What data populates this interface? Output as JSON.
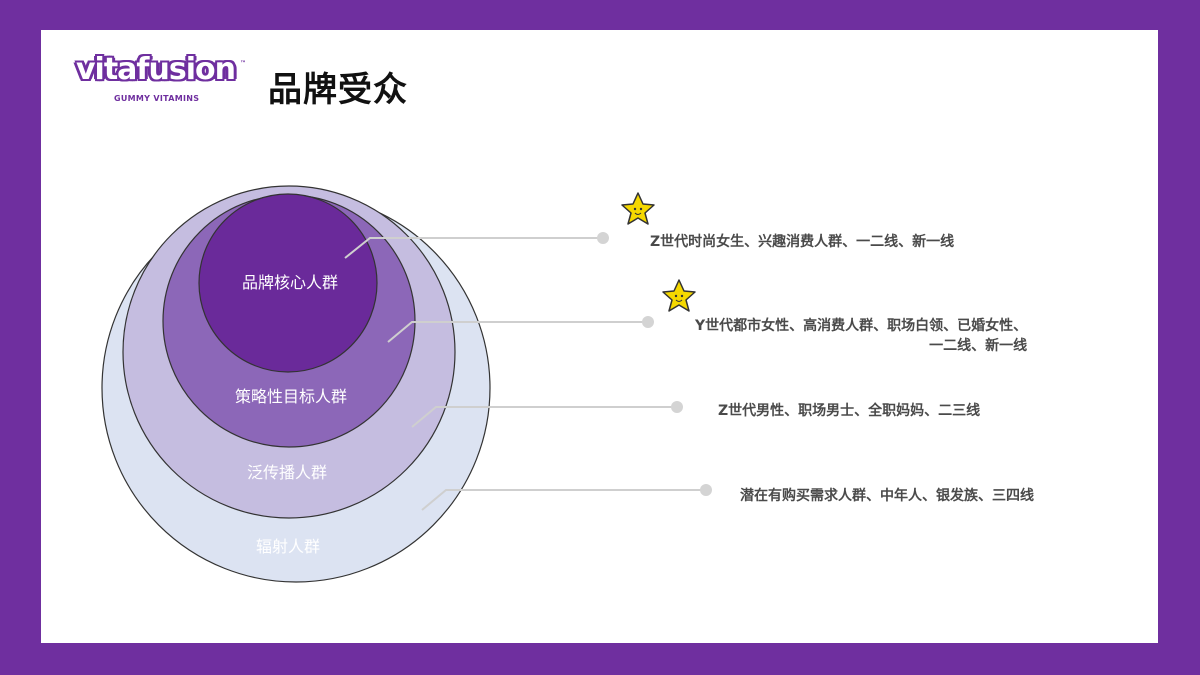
{
  "brand": {
    "logo_text": "vitafusion",
    "logo_tm": "™",
    "logo_subtitle": "GUMMY VITAMINS"
  },
  "title": "品牌受众",
  "colors": {
    "frame": "#6f2f9f",
    "ring_core": "#6a2a9a",
    "ring_strategic": "#8c67b8",
    "ring_broad": "#c5bde0",
    "ring_radiate": "#dce3f2",
    "connector": "#cfcfcf",
    "star": "#f5d800"
  },
  "rings": [
    {
      "label": "品牌核心人群"
    },
    {
      "label": "策略性目标人群"
    },
    {
      "label": "泛传播人群"
    },
    {
      "label": "辐射人群"
    }
  ],
  "descriptions": [
    {
      "line1": "Z世代时尚女生、兴趣消费人群、一二线、新一线",
      "star": true
    },
    {
      "line1": "Y世代都市女性、高消费人群、职场白领、已婚女性、",
      "line2": "一二线、新一线",
      "star": true
    },
    {
      "line1": "Z世代男性、职场男士、全职妈妈、二三线",
      "star": false
    },
    {
      "line1": "潜在有购买需求人群、中年人、银发族、三四线",
      "star": false
    }
  ]
}
